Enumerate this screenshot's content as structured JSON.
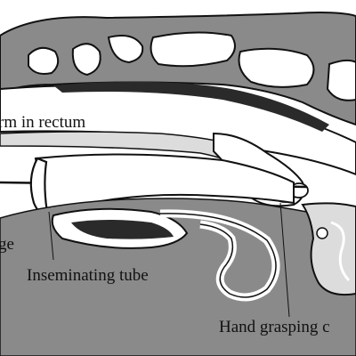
{
  "labels": {
    "arm_in_rectum": "rm in rectum",
    "syringe": "ge",
    "inseminating_tube": "Inseminating tube",
    "hand_grasping": "Hand grasping c"
  },
  "colors": {
    "ink": "#111111",
    "tissue": "#8a8a8a",
    "dark_tissue": "#2a2a2a",
    "paper": "#ffffff"
  }
}
